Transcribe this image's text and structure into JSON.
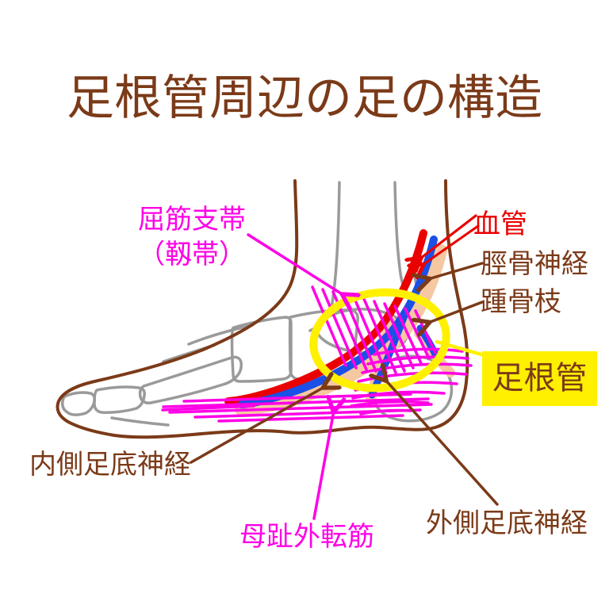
{
  "title": "足根管周辺の足の構造",
  "labels": {
    "flexor_retinaculum_line1": "屈筋支帯",
    "flexor_retinaculum_line2": "（靱帯）",
    "blood_vessel": "血管",
    "tibial_nerve": "脛骨神経",
    "calcaneal_branch": "踵骨枝",
    "tarsal_tunnel": "足根管",
    "medial_plantar_nerve": "内側足底神経",
    "abductor_hallucis": "母趾外転筋",
    "lateral_plantar_nerve": "外側足底神経"
  },
  "colors": {
    "text_and_outline_brown": "#7B3A18",
    "magenta": "#FF00E6",
    "vessel_red": "#EB0000",
    "nerve_blue": "#1A50E6",
    "highlight_yellow": "#FFF000",
    "tendon_peach": "#F6C8A2",
    "bone_gray": "#9A9A9A",
    "background": "#FFFFFF"
  }
}
